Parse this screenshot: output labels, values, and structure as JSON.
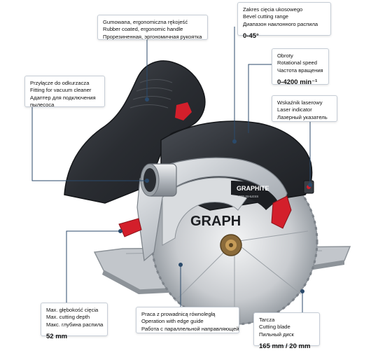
{
  "brand": {
    "logo_text": "GRAPHITE",
    "logo_sub": "BRUSHLESS",
    "body_logo": "GRAPH"
  },
  "callouts": {
    "handle": {
      "lines": [
        "Gumowana, ergonomiczna rękojeść",
        "Rubber coated, ergonomic handle",
        "Прорезиненная, эргономичная рукоятка"
      ]
    },
    "bevel": {
      "lines": [
        "Zakres cięcia ukosowego",
        "Bevel cutting range",
        "Диапазон наклонного распила"
      ],
      "value": "0-45°"
    },
    "speed": {
      "lines": [
        "Obroty",
        "Rotational speed",
        "Частота вращения"
      ],
      "value": "0-4200 min⁻¹"
    },
    "vacuum": {
      "lines": [
        "Przyłącze do odkurzacza",
        "Fitting for vacuum cleaner",
        "Адаптер для подключения",
        "пылесоса"
      ]
    },
    "laser": {
      "lines": [
        "Wskaźnik laserowy",
        "Laser indicator",
        "Лазерный указатель"
      ]
    },
    "depth": {
      "lines": [
        "Max. głębokość cięcia",
        "Max. cutting depth",
        "Макс. глубина распила"
      ],
      "value": "52 mm"
    },
    "guide": {
      "lines": [
        "Praca z prowadnicą równoległą",
        "Operation with edge guide",
        "Работа с параллельной направляющей"
      ]
    },
    "blade": {
      "lines": [
        "Tarcza",
        "Cutting blade",
        "Пильный диск"
      ],
      "value": "165 mm / 20 mm"
    }
  },
  "colors": {
    "accent_red": "#d31f2b",
    "callout_border": "#c6cdd6",
    "leader_line": "#2b4a6b",
    "body_dark": "#2b2e33",
    "body_silver": "#c8ccd1"
  }
}
